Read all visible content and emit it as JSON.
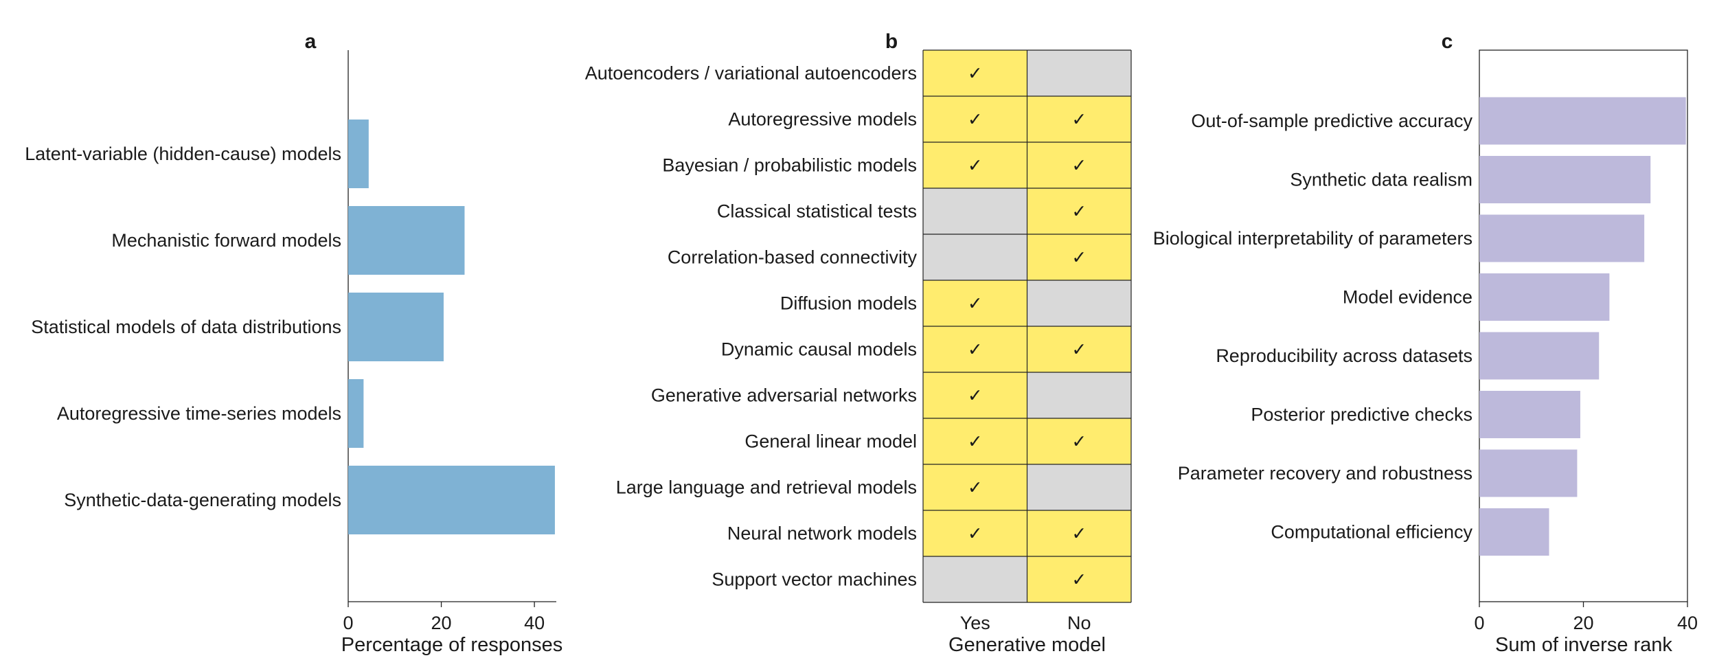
{
  "chart_data": [
    {
      "panel": "a",
      "type": "bar",
      "orientation": "horizontal",
      "categories": [
        "Latent-variable (hidden-cause) models",
        "Mechanistic forward models",
        "Statistical models of data distributions",
        "Autoregressive time-series models",
        "Synthetic-data-generating models"
      ],
      "values": [
        4.4,
        25.0,
        20.5,
        3.3,
        44.4
      ],
      "xlabel": "Percentage of responses",
      "ylabel": "",
      "xlim": [
        0,
        45
      ],
      "xticks": [
        0,
        20,
        40
      ],
      "color": "#7fb2d4"
    },
    {
      "panel": "b",
      "type": "table",
      "rows": [
        "Autoencoders / variational autoencoders",
        "Autoregressive models",
        "Bayesian / probabilistic models",
        "Classical statistical tests",
        "Correlation-based connectivity",
        "Diffusion models",
        "Dynamic causal models",
        "Generative adversarial networks",
        "General linear model",
        "Large language and retrieval models",
        "Neural network models",
        "Support vector machines"
      ],
      "columns": [
        "Yes",
        "No"
      ],
      "cells": [
        [
          true,
          false
        ],
        [
          true,
          true
        ],
        [
          true,
          true
        ],
        [
          false,
          true
        ],
        [
          false,
          true
        ],
        [
          true,
          false
        ],
        [
          true,
          true
        ],
        [
          true,
          false
        ],
        [
          true,
          true
        ],
        [
          true,
          false
        ],
        [
          true,
          true
        ],
        [
          false,
          true
        ]
      ],
      "xlabel": "Generative model",
      "check_mark": "✓",
      "color_checked": "#ffec6e",
      "color_unchecked": "#d9d9d9"
    },
    {
      "panel": "c",
      "type": "bar",
      "orientation": "horizontal",
      "categories": [
        "Out-of-sample predictive accuracy",
        "Synthetic data realism",
        "Biological interpretability of parameters",
        "Model evidence",
        "Reproducibility across datasets",
        "Posterior predictive checks",
        "Parameter recovery and robustness",
        "Computational efficiency"
      ],
      "values": [
        39.7,
        32.9,
        31.7,
        25.0,
        23.0,
        19.4,
        18.8,
        13.4
      ],
      "xlabel": "Sum of inverse rank",
      "ylabel": "",
      "xlim": [
        0,
        40
      ],
      "xticks": [
        0,
        20,
        40
      ],
      "color": "#bdb9db"
    }
  ]
}
